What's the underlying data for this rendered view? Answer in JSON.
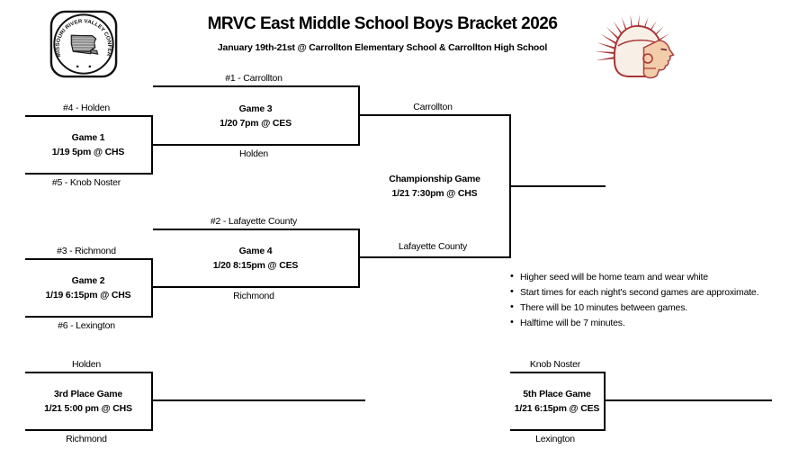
{
  "header": {
    "title": "MRVC East Middle School Boys Bracket 2026",
    "subtitle": "January 19th-21st @ Carrollton Elementary School & Carrollton High School"
  },
  "logos": {
    "seal_text": "MISSOURI RIVER VALLEY CONFERENCE",
    "mascot": "trojan-head"
  },
  "games": {
    "game1": {
      "name": "Game 1",
      "info": "1/19 5pm @ CHS",
      "top": "#4 - Holden",
      "bottom": "#5 - Knob Noster"
    },
    "game2": {
      "name": "Game 2",
      "info": "1/19 6:15pm @ CHS",
      "top": "#3 - Richmond",
      "bottom": "#6 - Lexington"
    },
    "game3": {
      "name": "Game 3",
      "info": "1/20 7pm @ CES",
      "top": "#1 - Carrollton",
      "bottom": "Holden"
    },
    "game4": {
      "name": "Game 4",
      "info": "1/20 8:15pm @ CES",
      "top": "#2 - Lafayette County",
      "bottom": "Richmond"
    },
    "championship": {
      "name": "Championship Game",
      "info": "1/21 7:30pm @ CHS",
      "top": "Carrollton",
      "bottom": "Lafayette County"
    },
    "third_place": {
      "name": "3rd Place Game",
      "info": "1/21 5:00 pm @ CHS",
      "top": "Holden",
      "bottom": "Richmond"
    },
    "fifth_place": {
      "name": "5th Place Game",
      "info": "1/21 6:15pm @ CES",
      "top": "Knob Noster",
      "bottom": "Lexington"
    }
  },
  "notes": [
    "Higher seed will be home team and wear white",
    "Start times for each night's second games are approximate.",
    "There will be 10 minutes between games.",
    "Halftime will be 7 minutes."
  ],
  "colors": {
    "line": "#000000",
    "text": "#000000",
    "mascot_red": "#a83434",
    "map_gray": "#8f8f8f"
  }
}
